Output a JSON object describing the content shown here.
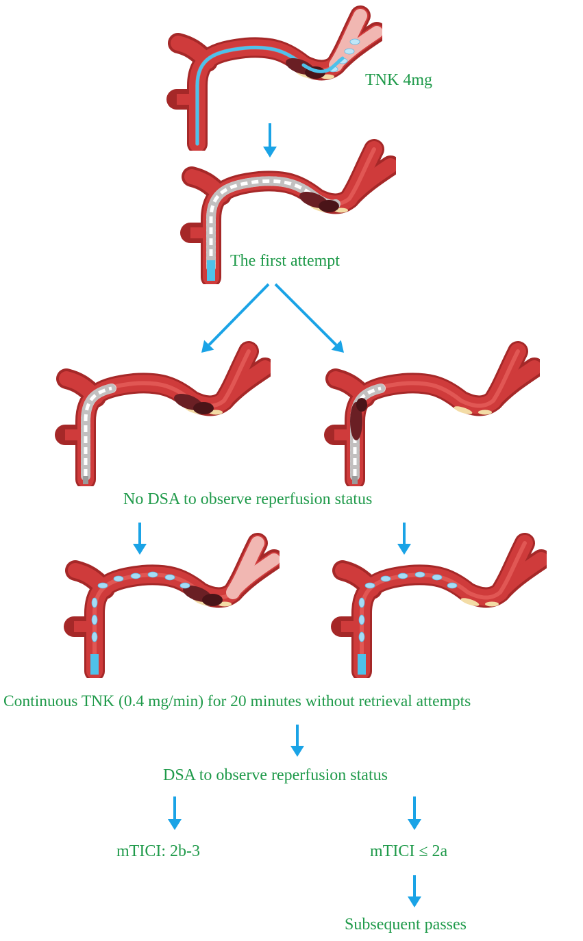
{
  "labels": {
    "tnk_dose": "TNK 4mg",
    "first_attempt": "The first attempt",
    "no_dsa": "No DSA to observe reperfusion status",
    "continuous_tnk": "Continuous TNK (0.4 mg/min) for 20 minutes without retrieval attempts",
    "dsa": "DSA to observe reperfusion status",
    "good_outcome": "mTICI: 2b-3",
    "poor_outcome": "mTICI ≤ 2a",
    "subsequent": "Subsequent passes"
  },
  "colors": {
    "text": "#1f9a4a",
    "arrow": "#1aa3e6",
    "vessel": "#cf3b3b",
    "vessel_dark": "#a52828",
    "clot": "#6a1f24",
    "catheter": "#4ec1ea",
    "plaque": "#f3dca6"
  },
  "panels": [
    {
      "id": "p1",
      "clot": true,
      "catheter": "long",
      "stent": "none",
      "drug": "tip-bubbles",
      "pale_tail": true
    },
    {
      "id": "p2",
      "clot": true,
      "catheter": "short",
      "stent": "full",
      "drug": "none",
      "pale_tail": false
    },
    {
      "id": "p3",
      "clot": true,
      "catheter": "none",
      "stent": "withdrawn",
      "drug": "none",
      "pale_tail": false
    },
    {
      "id": "p4",
      "clot": "retrieved",
      "catheter": "none",
      "stent": "withdrawn-with-clot",
      "drug": "none",
      "pale_tail": false
    },
    {
      "id": "p5",
      "clot": true,
      "catheter": "short",
      "stent": "none",
      "drug": "bubbles",
      "pale_tail": true
    },
    {
      "id": "p6",
      "clot": false,
      "catheter": "short",
      "stent": "none",
      "drug": "bubbles",
      "pale_tail": false
    }
  ]
}
